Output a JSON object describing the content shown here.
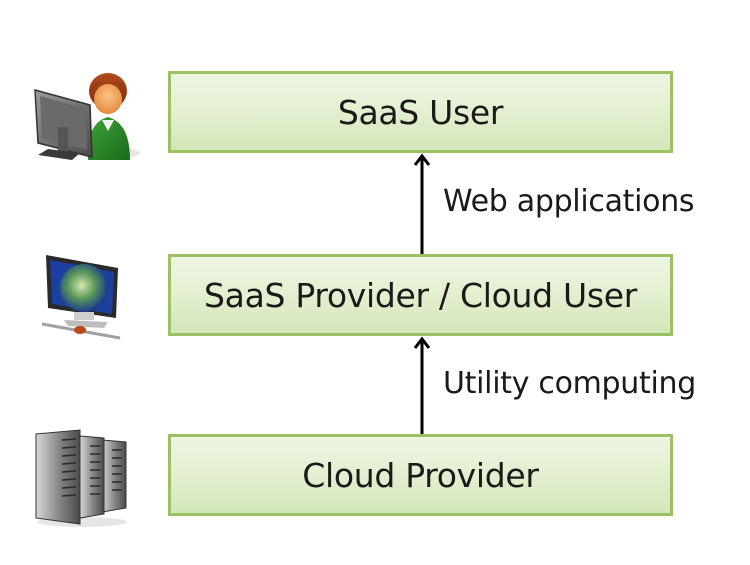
{
  "layers": [
    {
      "label": "SaaS User",
      "icon": "user-at-computer-icon"
    },
    {
      "label": "SaaS Provider / Cloud User",
      "icon": "networked-globe-monitor-icon"
    },
    {
      "label": "Cloud Provider",
      "icon": "server-racks-icon"
    }
  ],
  "connections": [
    {
      "from": "SaaS Provider / Cloud User",
      "to": "SaaS User",
      "label": "Web applications"
    },
    {
      "from": "Cloud Provider",
      "to": "SaaS Provider / Cloud User",
      "label": "Utility computing"
    }
  ],
  "colors": {
    "box_border": "#9bc262",
    "box_fill": "#e3efd0",
    "arrow": "#000000",
    "text": "#1a1a1a"
  }
}
